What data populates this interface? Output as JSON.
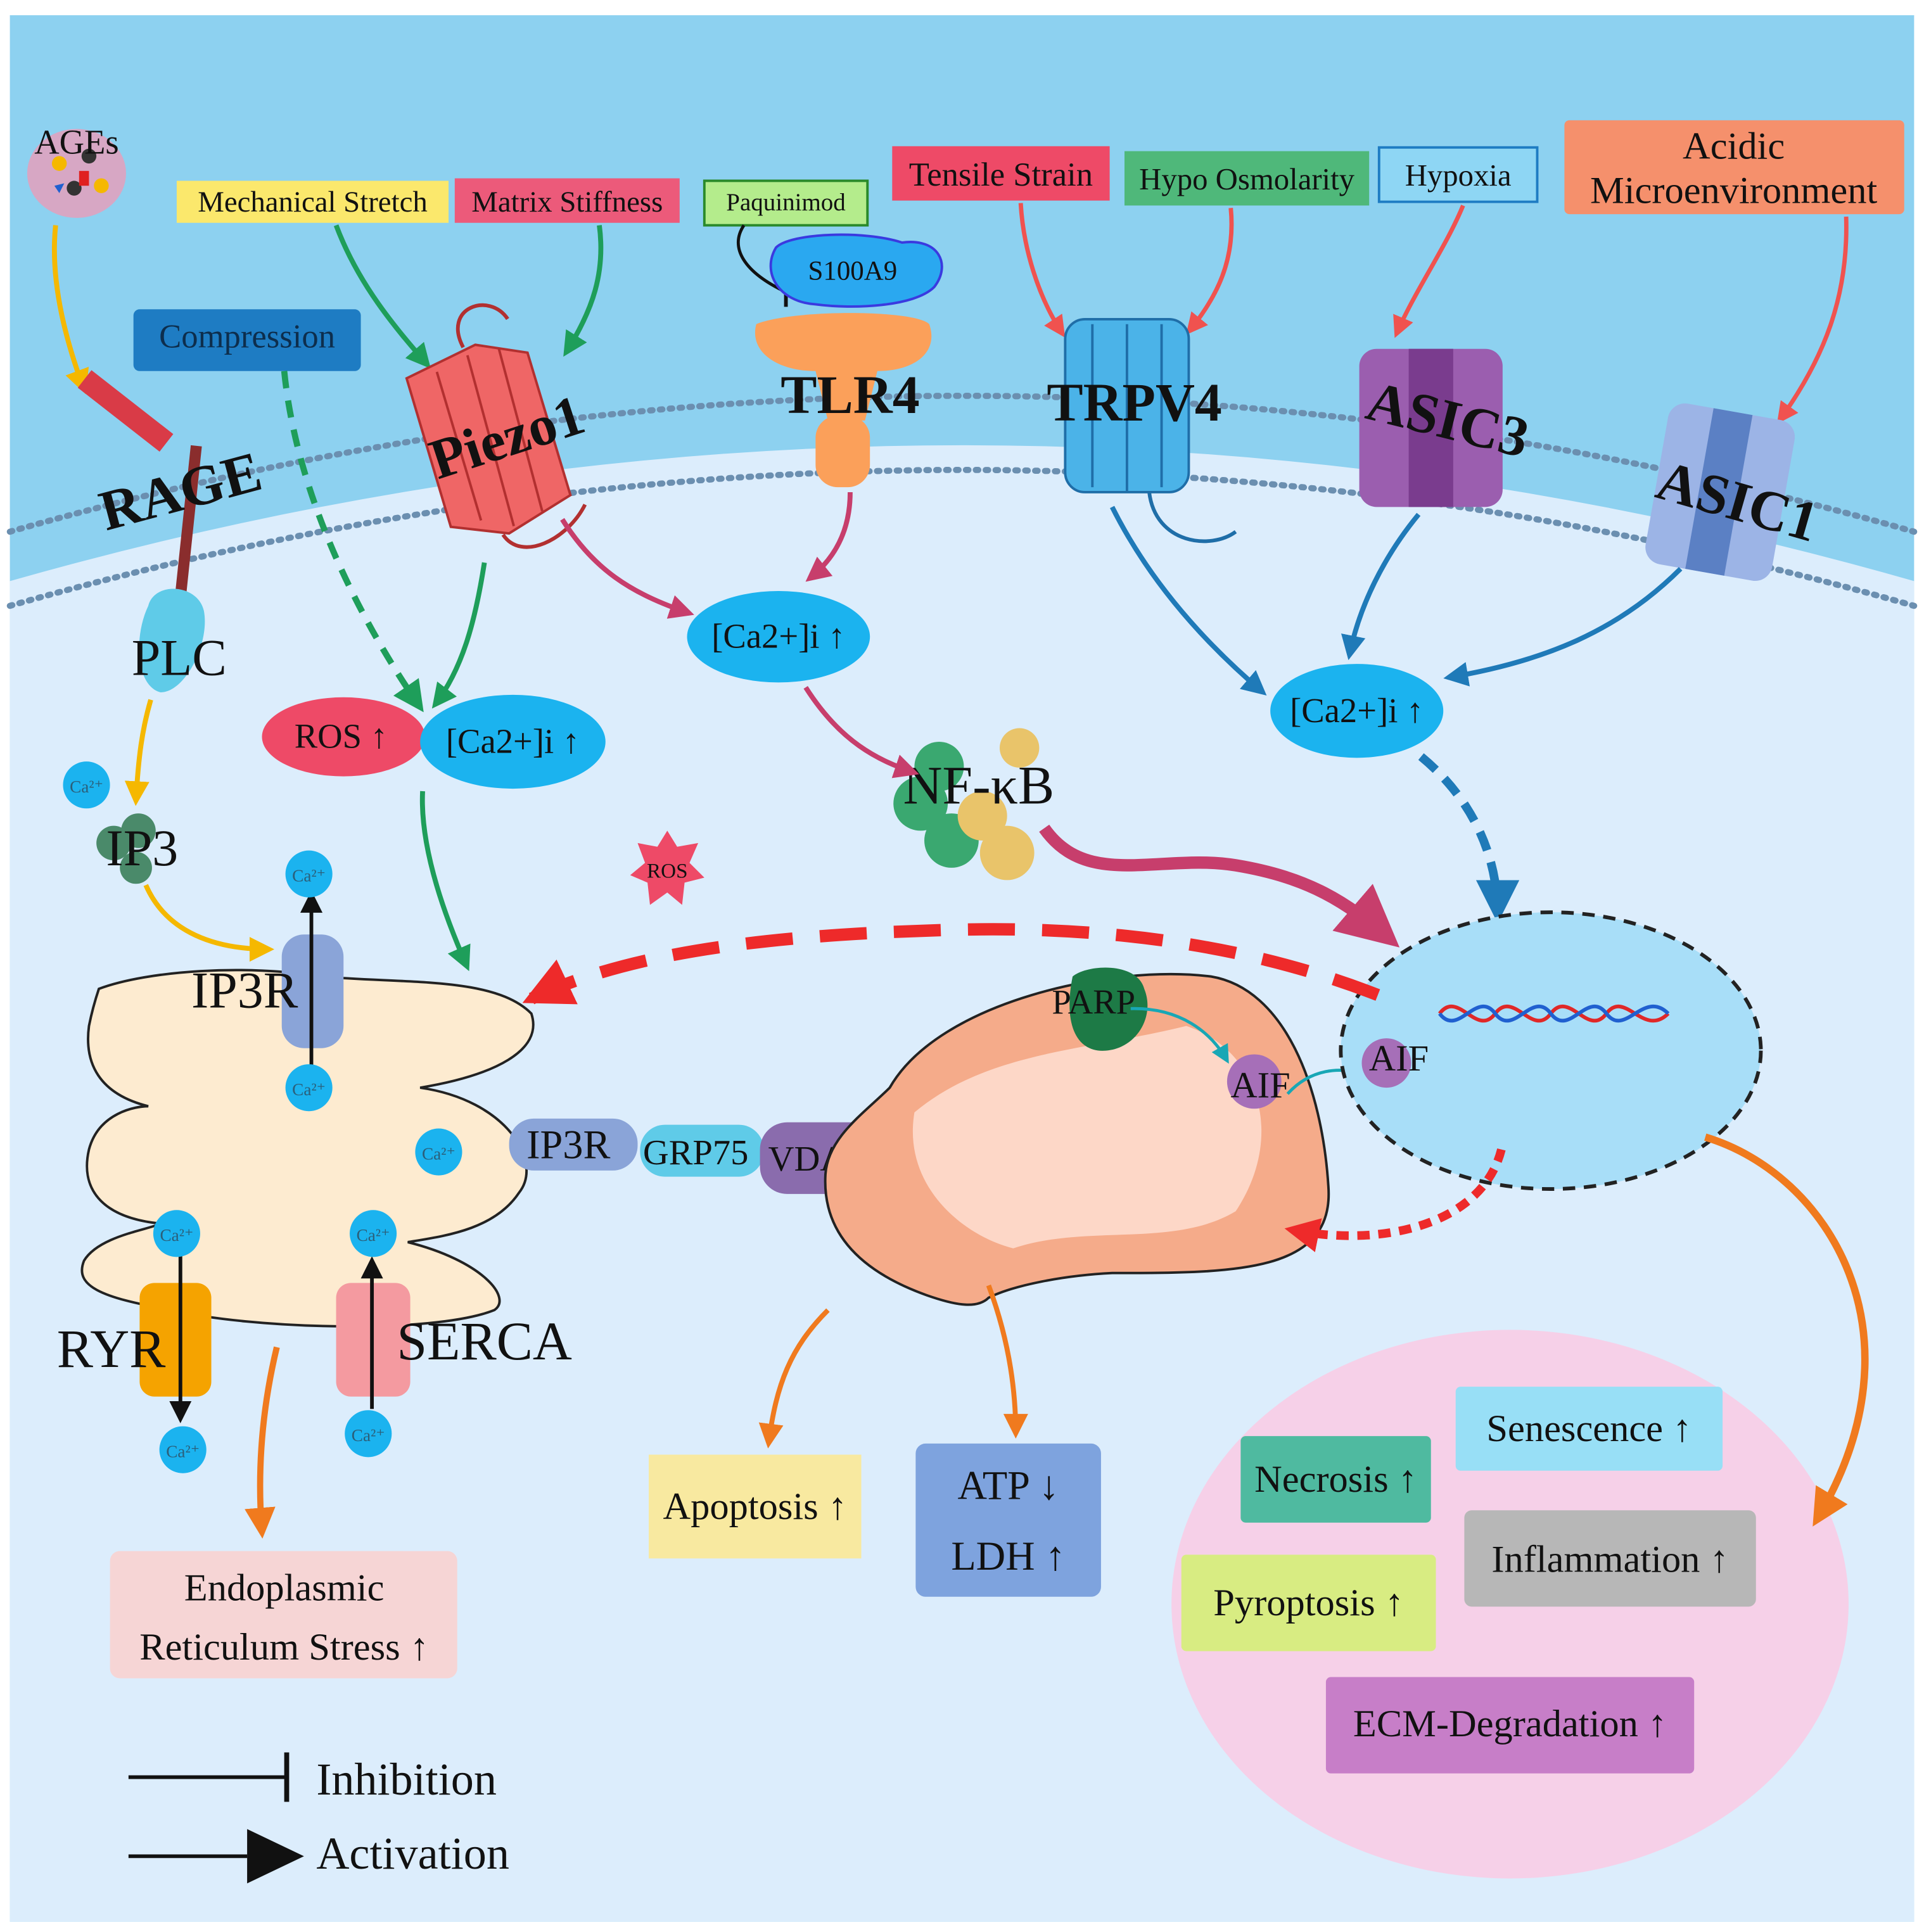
{
  "stimuli": {
    "ages": "AGEs",
    "mechanical_stretch": "Mechanical Stretch",
    "matrix_stiffness": "Matrix Stiffness",
    "compression": "Compression",
    "paquinimod": "Paquinimod",
    "s100a9": "S100A9",
    "tensile_strain": "Tensile Strain",
    "hypo_osmolarity": "Hypo Osmolarity",
    "hypoxia": "Hypoxia",
    "acidic_line1": "Acidic",
    "acidic_line2": "Microenvironment"
  },
  "receptors": {
    "rage": "RAGE",
    "piezo1": "Piezo1",
    "tlr4": "TLR4",
    "trpv4": "TRPV4",
    "asic3": "ASIC3",
    "asic1": "ASIC1"
  },
  "intracellular": {
    "plc": "PLC",
    "ip3": "IP3",
    "ip3r": "IP3R",
    "ip3r_mam": "IP3R",
    "grp75": "GRP75",
    "vdac1": "VDAC1",
    "ryr": "RYR",
    "serca": "SERCA",
    "ros_oval": "ROS ↑",
    "ros_small": "ROS",
    "ca_piezo": "[Ca2+]i ↑",
    "ca_tlr4": "[Ca2+]i ↑",
    "ca_asic": "[Ca2+]i ↑",
    "nfkb": "NF-κB",
    "parp": "PARP",
    "aif_mito": "AIF",
    "aif_nucleus": "AIF",
    "ca_ion": "Ca²⁺"
  },
  "outcomes": {
    "er_stress_line1": "Endoplasmic",
    "er_stress_line2": "Reticulum Stress ↑",
    "apoptosis": "Apoptosis ↑",
    "atp": "ATP ↓",
    "ldh": "LDH ↑",
    "senescence": "Senescence ↑",
    "necrosis": "Necrosis ↑",
    "inflammation": "Inflammation ↑",
    "pyroptosis": "Pyroptosis ↑",
    "ecm": "ECM-Degradation ↑"
  },
  "legend": {
    "inhibition": "Inhibition",
    "activation": "Activation"
  },
  "colors": {
    "extracellular": "#8dd1f0",
    "cytoplasm": "#dcedfc",
    "membrane": "#6b8fb0",
    "er": "#fdebd0",
    "mitochondrion": "#f5ab8a",
    "nucleus": "#a8def8",
    "ca_oval": "#1bb3ef",
    "ros_oval": "#ee4a67",
    "outcome_zone": "#f6d0e8",
    "piezo_arrow": "#1e9e5a",
    "tlr4_arrow": "#c73e6c",
    "trpv_arrow": "#1f7ab8",
    "stimulus_arrow": "#f0524f",
    "ages_arrow": "#f5b800",
    "outcome_arrow": "#f07a1e",
    "dashed_red": "#ee2a2a"
  }
}
